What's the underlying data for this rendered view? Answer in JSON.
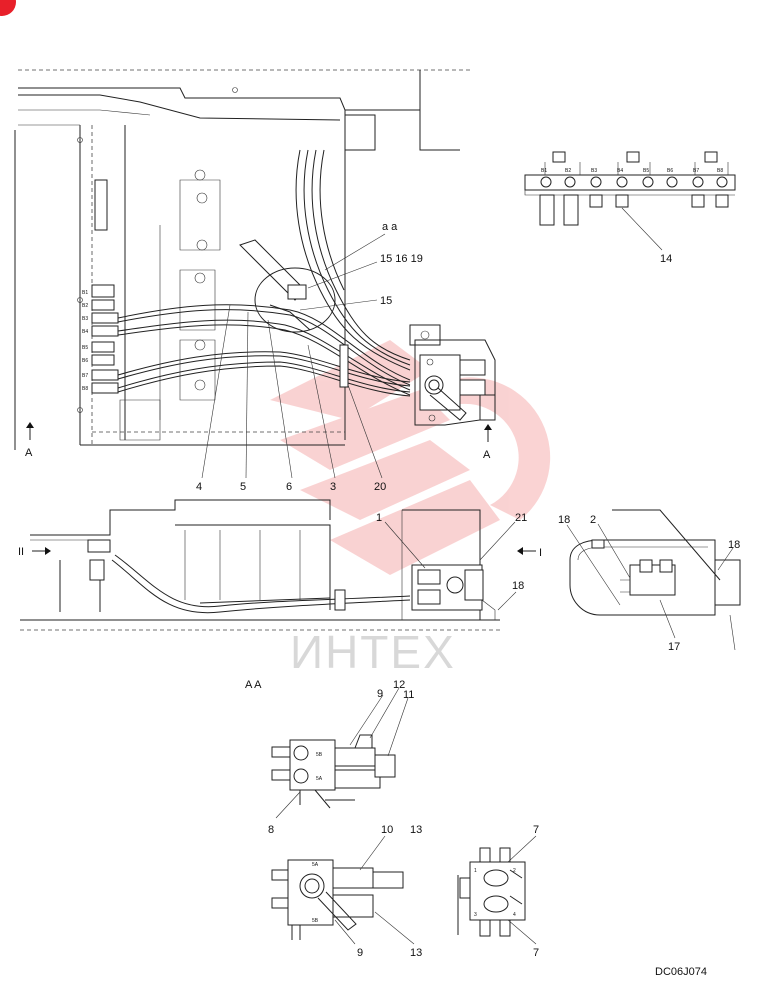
{
  "drawing_code": "DC06J074",
  "watermark": "ИНТЕХ",
  "view_labels": {
    "detail_circle": "a a",
    "detail_title": "A A",
    "arrow_a_left": "A",
    "arrow_a_right": "A",
    "arrow_i_left": "II",
    "arrow_i_right": "I"
  },
  "port_labels": [
    "B1",
    "B2",
    "B3",
    "B4",
    "B5",
    "B6",
    "B7",
    "B8"
  ],
  "block_labels": [
    "5B",
    "5A",
    "5A",
    "5B",
    "1",
    "2",
    "3",
    "4"
  ],
  "callouts": {
    "c1": "1",
    "c2": "2",
    "c3": "3",
    "c4": "4",
    "c5": "5",
    "c6": "6",
    "c7a": "7",
    "c7b": "7",
    "c8": "8",
    "c9a": "9",
    "c9b": "9",
    "c10": "10",
    "c11": "11",
    "c12": "12",
    "c13a": "13",
    "c13b": "13",
    "c14": "14",
    "c15a": "15 16 19",
    "c15b": "15",
    "c17": "17",
    "c18a": "18",
    "c18b": "18",
    "c18c": "18",
    "c20": "20",
    "c21": "21"
  },
  "colors": {
    "line": "#222222",
    "watermark_red": "#f08080",
    "watermark_gray": "#d8d8d8",
    "corner_badge": "#e8202a"
  }
}
